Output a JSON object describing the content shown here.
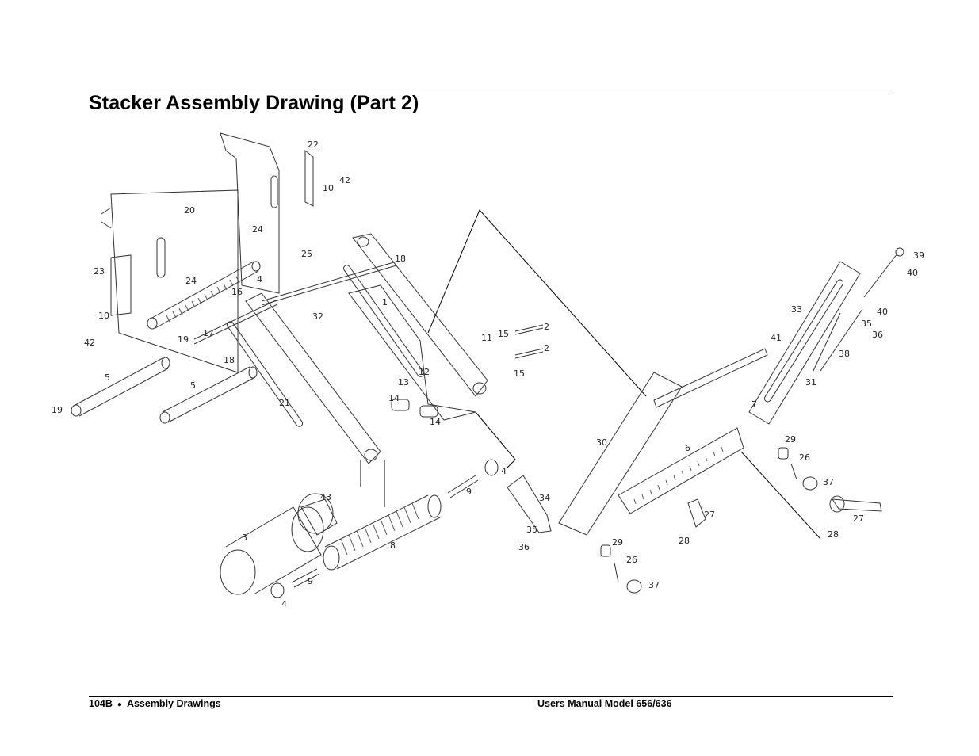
{
  "header": {
    "title": "Stacker Assembly Drawing (Part 2)"
  },
  "drawing": {
    "part_labels": [
      "1",
      "2",
      "2",
      "3",
      "4",
      "4",
      "4",
      "5",
      "5",
      "6",
      "7",
      "8",
      "9",
      "9",
      "10",
      "10",
      "11",
      "12",
      "13",
      "14",
      "14",
      "15",
      "15",
      "16",
      "17",
      "18",
      "18",
      "19",
      "19",
      "20",
      "21",
      "22",
      "23",
      "24",
      "24",
      "25",
      "26",
      "26",
      "27",
      "27",
      "28",
      "28",
      "29",
      "29",
      "30",
      "31",
      "32",
      "33",
      "34",
      "35",
      "35",
      "36",
      "36",
      "37",
      "37",
      "38",
      "39",
      "40",
      "40",
      "41",
      "42",
      "42",
      "43"
    ]
  },
  "footer": {
    "page_number": "104B",
    "bullet": "●",
    "section": "Assembly Drawings",
    "manual": "Users Manual Model 656/636"
  }
}
